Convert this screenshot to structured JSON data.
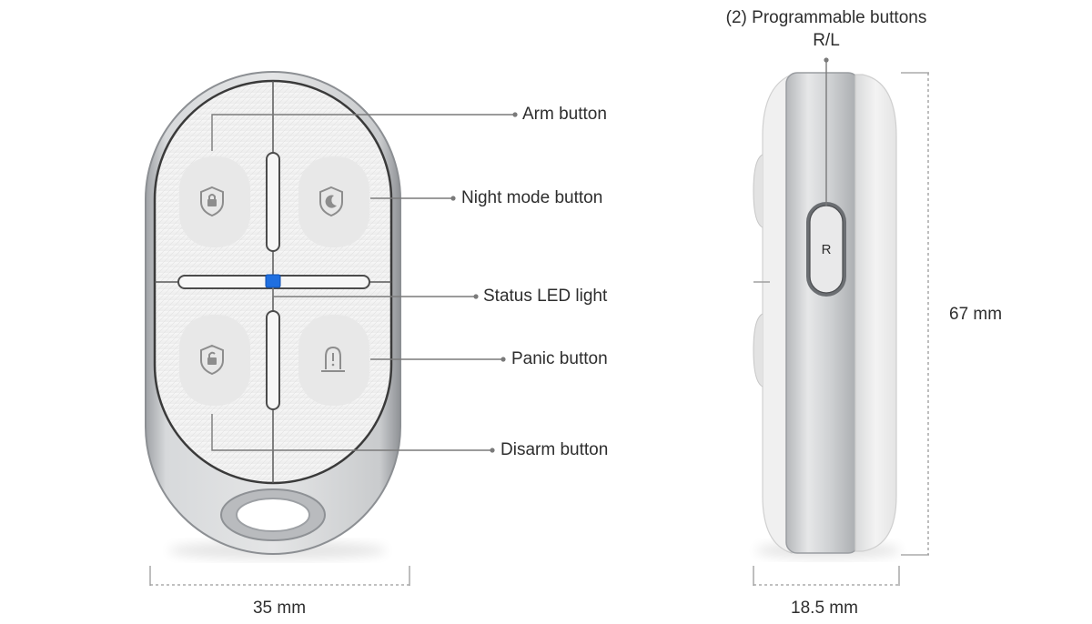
{
  "labels": {
    "arm": "Arm button",
    "night": "Night mode button",
    "led": "Status LED light",
    "panic": "Panic button",
    "disarm": "Disarm button",
    "prog_line1": "(2) Programmable buttons",
    "prog_line2": "R/L",
    "side_button": "R"
  },
  "dimensions": {
    "width": "35 mm",
    "depth": "18.5 mm",
    "height": "67 mm"
  },
  "icons": {
    "arm": "lock-shield-icon",
    "night": "moon-shield-icon",
    "disarm": "unlock-shield-icon",
    "panic": "alarm-siren-icon"
  },
  "colors": {
    "led": "#1f6fe0",
    "body_shell": "#c4c6c9",
    "face": "#f4f4f4",
    "leader_line": "#7a7a7a"
  }
}
